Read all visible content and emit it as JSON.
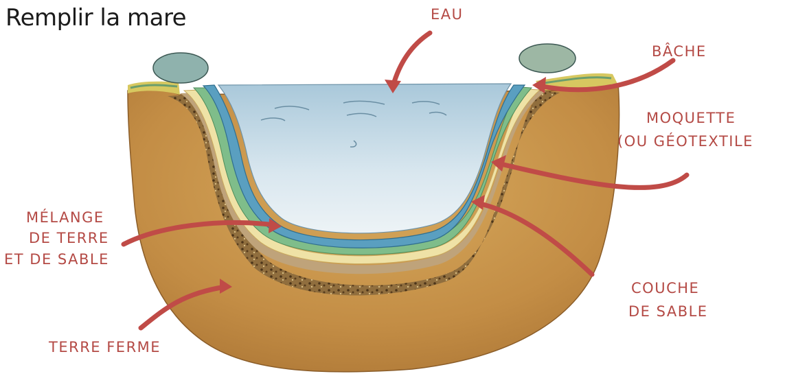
{
  "title": "Remplir la mare",
  "labels": {
    "eau": "EAU",
    "bache": "BÂCHE",
    "moquette_1": "MOQUETTE",
    "moquette_2": "(OU GÉOTEXTILE",
    "melange_1": "MÉLANGE",
    "melange_2": "DE TERRE",
    "melange_3": "ET DE SABLE",
    "couche_1": "COUCHE",
    "couche_2": "DE SABLE",
    "terre": "TERRE FERME"
  },
  "colors": {
    "label": "#b44a45",
    "arrow": "#c04b47",
    "water": "#cfe0ea",
    "liner": "#5a9fc0",
    "geotextile": "#7fbd8a",
    "sand": "#efe2a6",
    "earth": "#c9974d"
  }
}
